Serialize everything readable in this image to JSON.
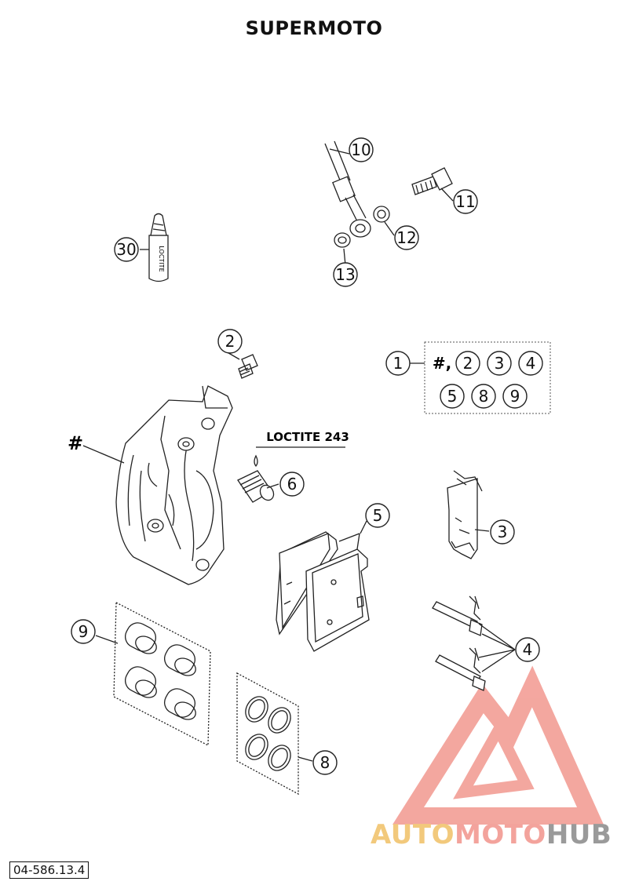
{
  "title": "SUPERMOTO",
  "doc_number": "04-586.13.4",
  "loctite_label": "LOCTITE 243",
  "loctite_bottle_text": "LOCTITE",
  "hash_label": "#",
  "kit_hash": "#,",
  "callouts": {
    "c1": "1",
    "c2": "2",
    "c3": "3",
    "c4": "4",
    "c5": "5",
    "c6": "6",
    "c8": "8",
    "c9": "9",
    "c10": "10",
    "c11": "11",
    "c12": "12",
    "c13": "13",
    "c30": "30",
    "kit_2": "2",
    "kit_3": "3",
    "kit_4": "4",
    "kit_5": "5",
    "kit_8": "8",
    "kit_9": "9"
  },
  "watermark": {
    "part1": "AUTO",
    "part2": "MOTO",
    "part3": "HUB",
    "colors": {
      "auto": "#f2c97c",
      "moto": "#f3a39c",
      "hub": "#9a9a9a",
      "logo": "#f08a80"
    }
  }
}
